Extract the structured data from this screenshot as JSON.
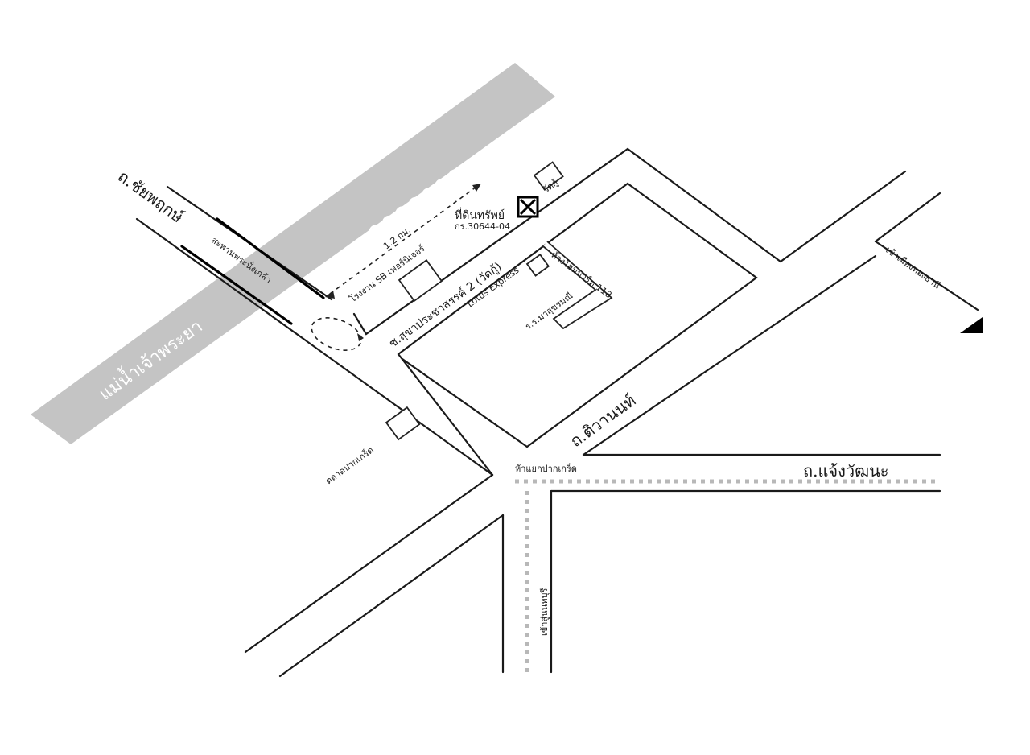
{
  "map": {
    "river_label": "แม่น้ำเจ้าพระยา",
    "roads": {
      "chaiyaphruek": "ถ.ชัยพฤกษ์",
      "tiwanon": "ถ.ติวานนท์",
      "chaengwattana": "ถ.แจ้งวัฒนะ",
      "soi_suksa": "ซ.สุขาประชาสรรค์ 2 (วัดกู้)"
    },
    "places": {
      "bridge": "สะพานพระนั่งเกล้า",
      "distance": "1.2 กม.",
      "property": "ที่ดินทรัพย์",
      "property_code": "กร.30644-04",
      "temple": "วัดกู้",
      "factory": "โรงงาน SB เฟอร์นิเจอร์",
      "lotus": "Lotus Express",
      "shop_name": "ห้างโฮมมาร์ท 118",
      "school": "ร.ร.มาสุขรมณี",
      "pakkret_market": "ตลาดปากเกร็ด",
      "pakkret_intersection": "ห้าแยกปากเกร็ด",
      "nonthaburi_direction": "เข้าสู่นนทบุรี",
      "to_muang_thong": "เข้าเมืองทองธานี"
    },
    "icons": {
      "property_marker": "property-marker-icon",
      "direction_arrow": "direction-arrow-icon"
    },
    "colors": {
      "river": "#c4c4c4",
      "road": "#1a1a1a",
      "dotted_road": "#b8b8b8",
      "background": "#ffffff"
    }
  }
}
